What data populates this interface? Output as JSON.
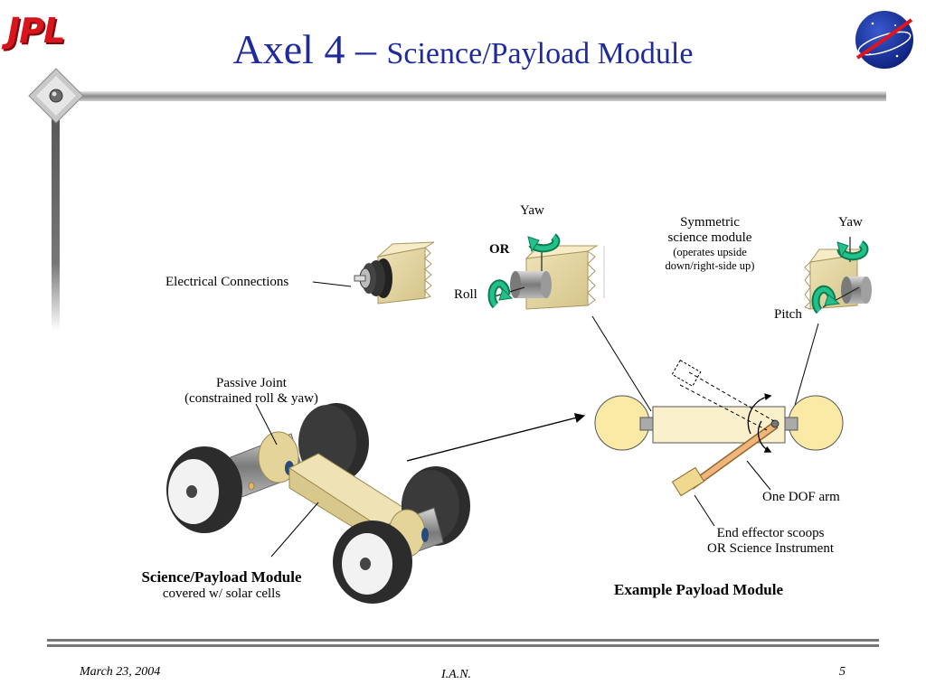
{
  "header": {
    "logo_left": "JPL",
    "logo_right": "NASA",
    "title_main": "Axel 4 – ",
    "title_sub": "Science/Payload Module"
  },
  "labels": {
    "electrical_connections": "Electrical Connections",
    "yaw_top": "Yaw",
    "or": "OR",
    "roll": "Roll",
    "symmetric_line1": "Symmetric",
    "symmetric_line2": "science module",
    "symmetric_line3": "(operates upside",
    "symmetric_line4": "down/right-side up)",
    "yaw_right": "Yaw",
    "pitch": "Pitch",
    "passive_joint_line1": "Passive Joint",
    "passive_joint_line2": "(constrained roll & yaw)",
    "one_dof_arm": "One DOF arm",
    "end_effector_line1": "End effector scoops",
    "end_effector_line2": "OR Science Instrument",
    "science_module_title": "Science/Payload  Module",
    "science_module_sub": "covered w/ solar cells",
    "example_payload": "Example Payload  Module"
  },
  "footer": {
    "date": "March 23, 2004",
    "author": "I.A.N.",
    "page": "5"
  },
  "colors": {
    "title_blue": "#1f2a9c",
    "jpl_red": "#d8141c",
    "arrow_green": "#1aa870",
    "module_tan": "#f3e6b8"
  }
}
